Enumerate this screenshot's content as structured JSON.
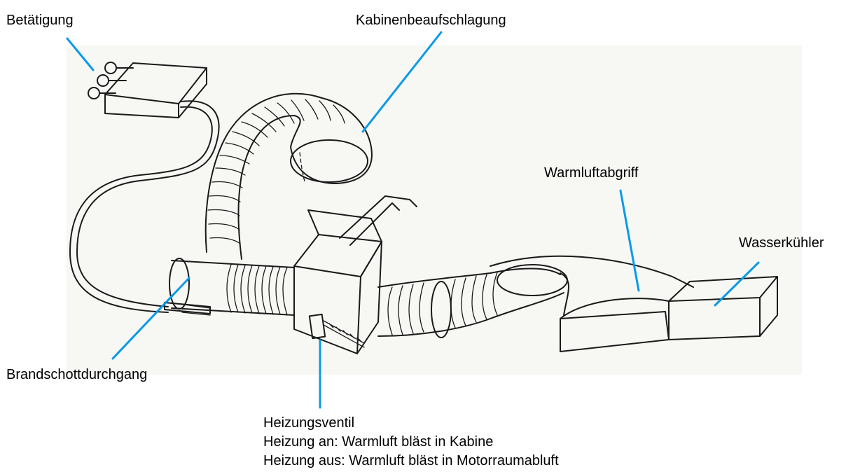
{
  "labels": {
    "betaetigung": "Betätigung",
    "kabinenbeaufschlagung": "Kabinenbeaufschlagung",
    "warmluftabgriff": "Warmluftabgriff",
    "wasserkuehler": "Wasserkühler",
    "brandschottdurchgang": "Brandschottdurchgang",
    "heizungsventil": "Heizungsventil",
    "heizung_an": "Heizung an: Warmluft bläst in Kabine",
    "heizung_aus": "Heizung aus: Warmluft bläst in Motorraumabluft"
  },
  "colors": {
    "leader": "#0a9ae8",
    "ink": "#1a1a1a",
    "background": "#ffffff",
    "paper": "#f7f7f4"
  }
}
